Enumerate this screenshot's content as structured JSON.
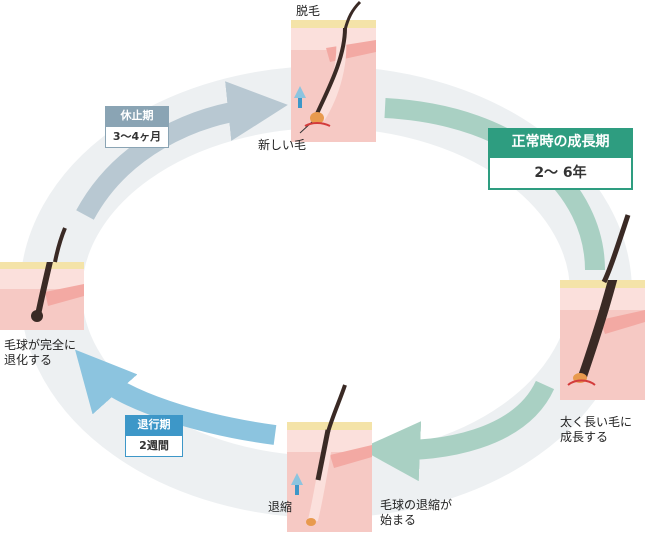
{
  "labels": {
    "shedding": "脱毛",
    "new_hair": "新しい毛",
    "fully_regressed": "毛球が完全に\n退化する",
    "grows_thick": "太く長い毛に\n成長する",
    "shrink": "退縮",
    "bulb_regression": "毛球の退縮が\n始まる"
  },
  "phases": {
    "anagen": {
      "title": "正常時の成長期",
      "duration": "2〜 6年",
      "color": "#2e9d80"
    },
    "telogen": {
      "title": "休止期",
      "duration": "3〜4ヶ月",
      "color": "#8aa4b4"
    },
    "catagen": {
      "title": "退行期",
      "duration": "2週間",
      "color": "#3d97c8"
    }
  },
  "colors": {
    "ring": "#edf0f2",
    "skin_top": "#f4e3a8",
    "skin": "#f6c9c4",
    "skin_light": "#fbe0dc",
    "hair": "#3a2a25",
    "arrow_green": "#a9d0c3",
    "arrow_blue": "#8cc4df",
    "arrow_grey": "#b8c8d2"
  }
}
